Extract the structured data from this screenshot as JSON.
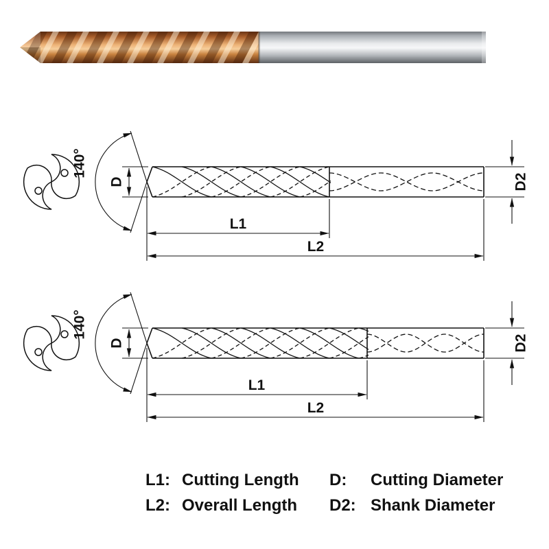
{
  "drawing": {
    "angle": "140°",
    "d": "D",
    "d2": "D2",
    "l1": "L1",
    "l2": "L2"
  },
  "legend": {
    "rows": [
      {
        "term": "L1:",
        "desc": "Cutting Length",
        "term2": "D:",
        "desc2": "Cutting Diameter"
      },
      {
        "term": "L2:",
        "desc": "Overall Length",
        "term2": "D2:",
        "desc2": "Shank Diameter"
      }
    ]
  },
  "colors": {
    "line": "#111111",
    "copper": "#c97c3e",
    "copper_light": "#f6cd9a",
    "copper_dark": "#5e3115",
    "steel_light": "#f6f7f8",
    "steel": "#aeb3b8",
    "steel_dark": "#5d6165",
    "background": "#ffffff"
  }
}
